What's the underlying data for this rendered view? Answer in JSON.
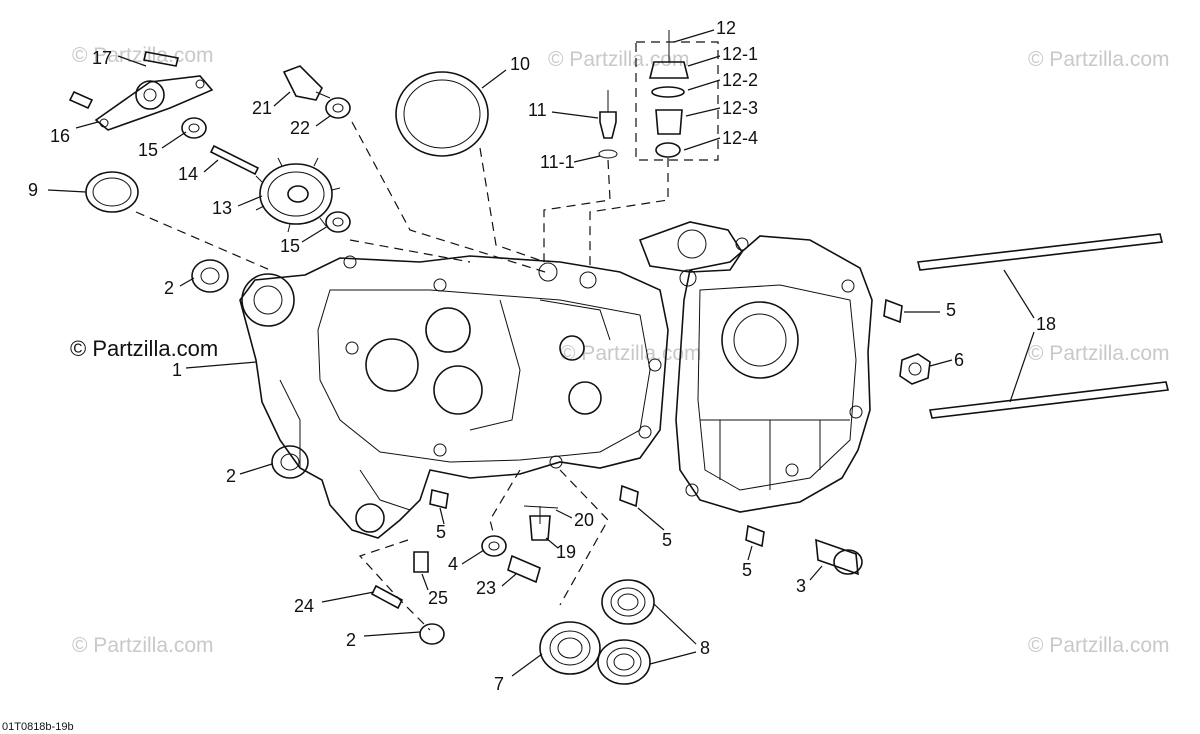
{
  "watermarks": [
    "© Partzilla.com",
    "© Partzilla.com",
    "© Partzilla.com",
    "© Partzilla.com",
    "© Partzilla.com",
    "© Partzilla.com",
    "© Partzilla.com"
  ],
  "watermark_main": "© Partzilla.com",
  "diagram_code": "01T0818b-19b",
  "callouts": {
    "c1": "1",
    "c2a": "2",
    "c2b": "2",
    "c2c": "2",
    "c3": "3",
    "c4": "4",
    "c5a": "5",
    "c5b": "5",
    "c5c": "5",
    "c5d": "5",
    "c6": "6",
    "c7": "7",
    "c8": "8",
    "c9": "9",
    "c10": "10",
    "c11": "11",
    "c11_1": "11-1",
    "c12": "12",
    "c12_1": "12-1",
    "c12_2": "12-2",
    "c12_3": "12-3",
    "c12_4": "12-4",
    "c13": "13",
    "c14": "14",
    "c15a": "15",
    "c15b": "15",
    "c16": "16",
    "c17": "17",
    "c18": "18",
    "c19": "19",
    "c20": "20",
    "c21": "21",
    "c22": "22",
    "c23": "23",
    "c24": "24",
    "c25": "25"
  }
}
